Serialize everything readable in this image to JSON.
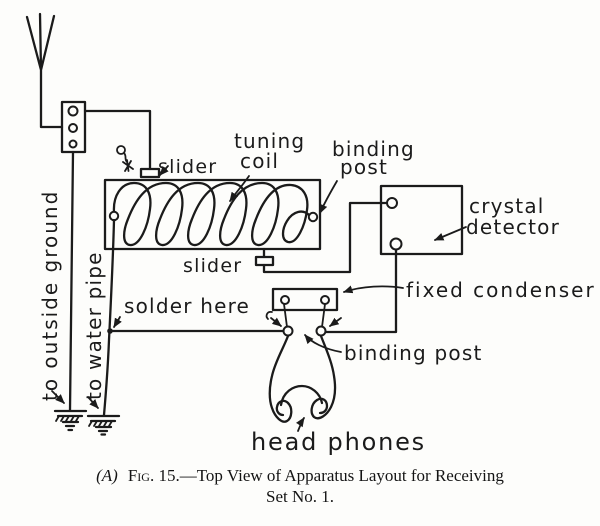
{
  "figure": {
    "labels": {
      "slider_top": "slider",
      "tuning": "tuning",
      "coil": "coil",
      "binding_top_1": "binding",
      "binding_top_2": "post",
      "crystal": "crystal",
      "detector": "detector",
      "slider_bottom": "slider",
      "fixed_condenser": "fixed condenser",
      "solder_here": "solder here",
      "binding_post_bottom": "binding post",
      "head_phones": "head phones",
      "to_outside_ground": "to outside ground",
      "to_water_pipe": "to water pipe"
    },
    "caption": {
      "prefix": "(A)",
      "fig": "Fig.",
      "number": "15.",
      "title": "—Top View of Apparatus Layout for Receiving",
      "line2": "Set No. 1."
    },
    "colors": {
      "ink": "#1b1b1b",
      "background": "#fdfdfb"
    }
  }
}
